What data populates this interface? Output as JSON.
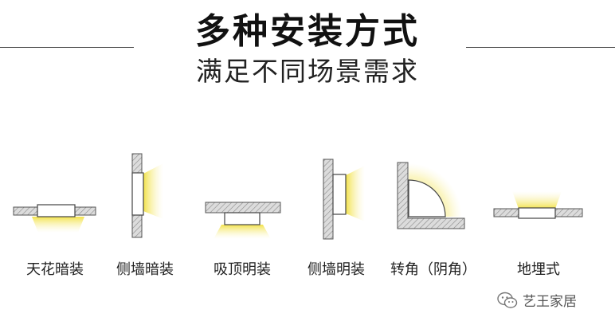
{
  "title": "多种安装方式",
  "subtitle": "满足不同场景需求",
  "methods": [
    {
      "label": "天花暗装",
      "icon": "ceiling-recessed"
    },
    {
      "label": "侧墙暗装",
      "icon": "side-wall-recessed"
    },
    {
      "label": "吸顶明装",
      "icon": "ceiling-surface"
    },
    {
      "label": "侧墙明装",
      "icon": "side-wall-surface"
    },
    {
      "label": "转角（阴角）",
      "icon": "inside-corner"
    },
    {
      "label": "地埋式",
      "icon": "floor-recessed"
    }
  ],
  "footer": {
    "account": "艺王家居",
    "icon": "wechat-icon"
  },
  "colors": {
    "light": "#f5e65a",
    "wall": "#d9d9d9",
    "wall_edge": "#555555",
    "fixture": "#ffffff"
  }
}
